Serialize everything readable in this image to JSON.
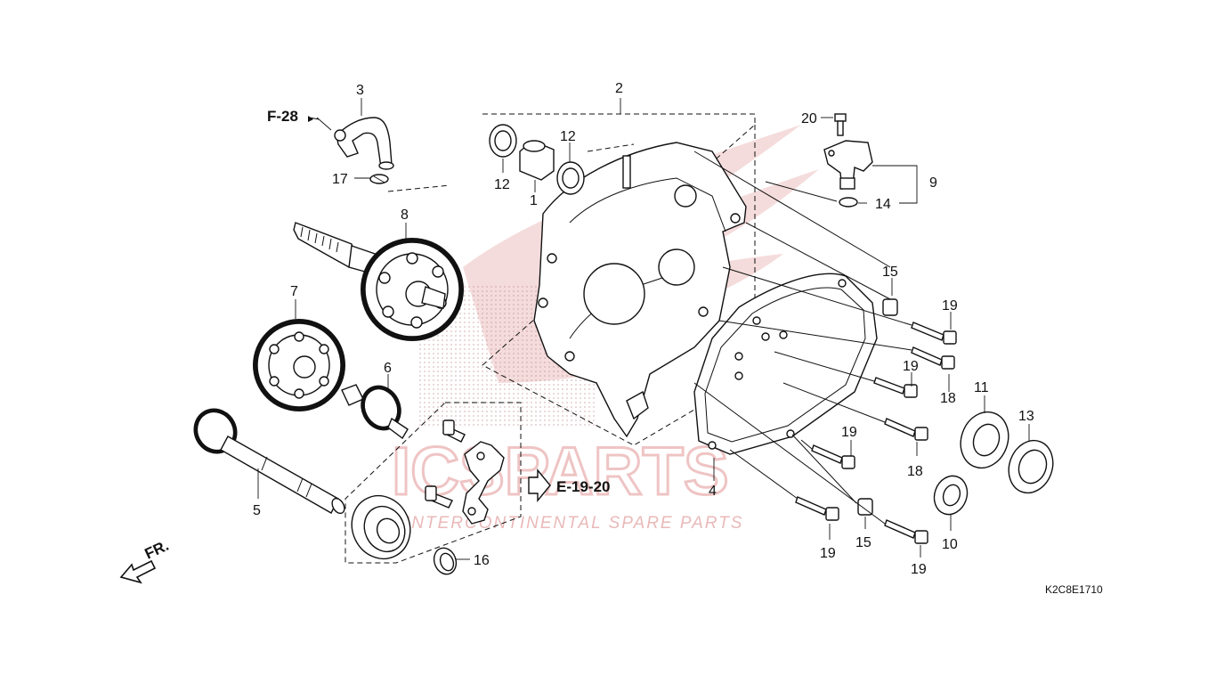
{
  "diagram": {
    "diagram_code": "K2C8E1710",
    "watermark": {
      "brand": "ICSPARTS",
      "tagline": "INTERCONTINENTAL SPARE PARTS"
    },
    "references": {
      "f28": "F-28",
      "e1920": "E-19-20",
      "front": "FR."
    },
    "callouts": {
      "c1": "1",
      "c2": "2",
      "c3": "3",
      "c4": "4",
      "c5": "5",
      "c6": "6",
      "c7": "7",
      "c8": "8",
      "c9": "9",
      "c10": "10",
      "c11": "11",
      "c12a": "12",
      "c12b": "12",
      "c13": "13",
      "c14": "14",
      "c15a": "15",
      "c15b": "15",
      "c16": "16",
      "c17": "17",
      "c18a": "18",
      "c18b": "18",
      "c19a": "19",
      "c19b": "19",
      "c19c": "19",
      "c19d": "19",
      "c19e": "19",
      "c20": "20"
    },
    "colors": {
      "line": "#111111",
      "watermark": "#e8a8a8"
    }
  }
}
